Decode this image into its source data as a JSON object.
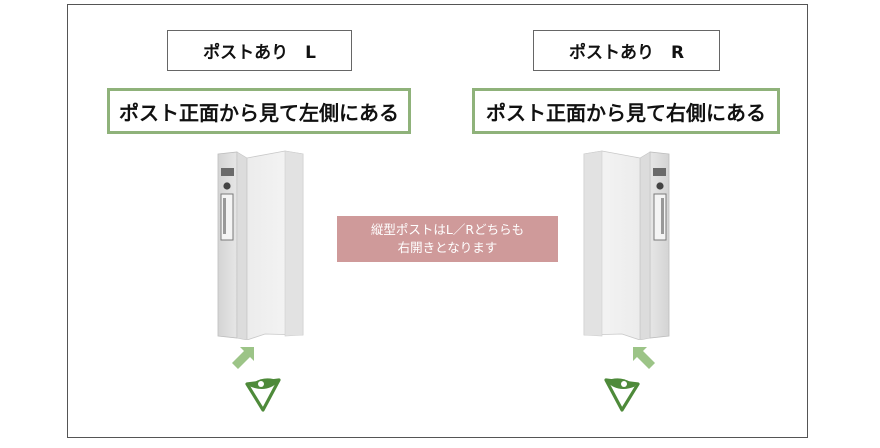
{
  "left": {
    "title": "ポストあり　L",
    "subtitle": "ポスト正面から見て左側にある"
  },
  "right": {
    "title": "ポストあり　R",
    "subtitle": "ポスト正面から見て右側にある"
  },
  "note": {
    "line1": "縦型ポストはL／Rどちらも",
    "line2": "右開きとなります"
  },
  "colors": {
    "green_border": "#8fb27a",
    "arrow_green": "#9cc487",
    "eye_green": "#4e8a3a",
    "note_bg": "#cf9a9a",
    "frame": "#555555"
  },
  "icons": [
    "up-right-arrow-icon",
    "eye-icon",
    "up-left-arrow-icon"
  ]
}
